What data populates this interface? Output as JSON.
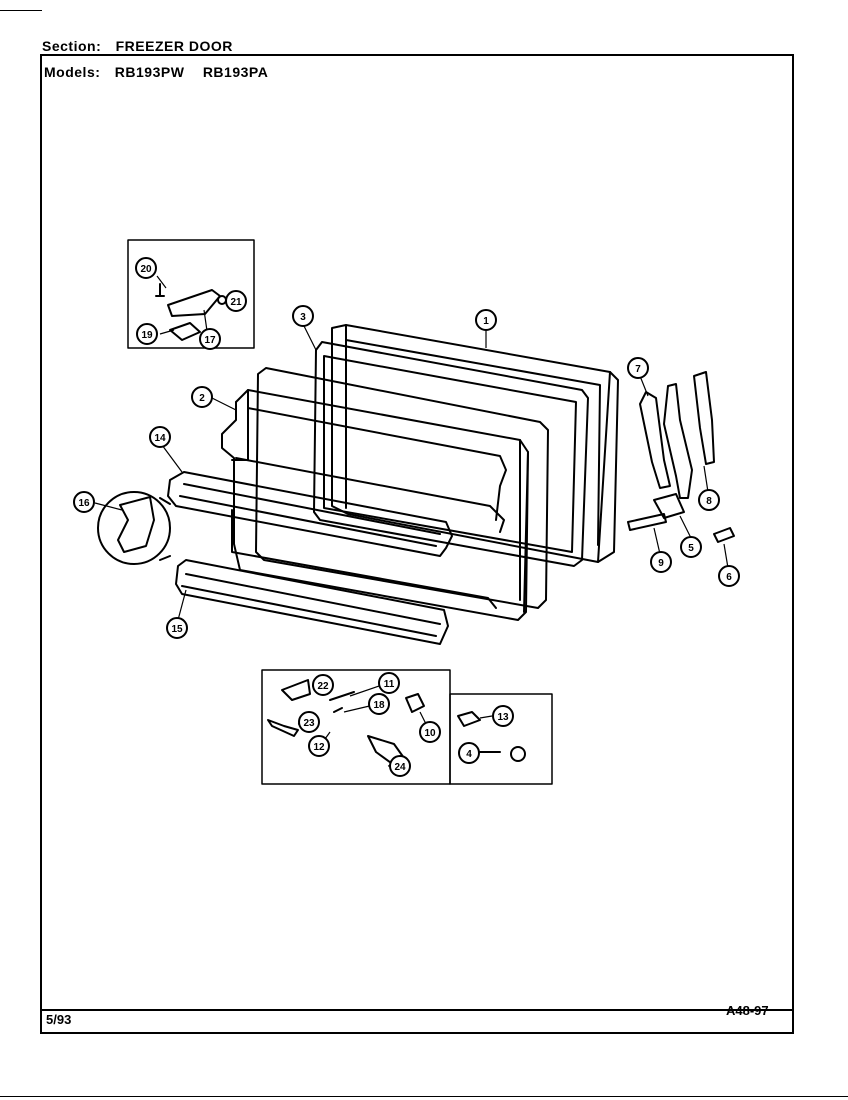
{
  "header": {
    "section_label": "Section:",
    "section_value": "FREEZER DOOR",
    "models_label": "Models:",
    "models": [
      "RB193PW",
      "RB193PA"
    ]
  },
  "footer": {
    "date": "5/93",
    "page_code": "A48-97"
  },
  "callouts": {
    "c1": "1",
    "c2": "2",
    "c3": "3",
    "c4": "4",
    "c5": "5",
    "c6": "6",
    "c7": "7",
    "c8": "8",
    "c9": "9",
    "c10": "10",
    "c11": "11",
    "c12": "12",
    "c13": "13",
    "c14": "14",
    "c15": "15",
    "c16": "16",
    "c17": "17",
    "c18": "18",
    "c19": "19",
    "c20": "20",
    "c21": "21",
    "c22": "22",
    "c23": "23",
    "c24": "24"
  }
}
